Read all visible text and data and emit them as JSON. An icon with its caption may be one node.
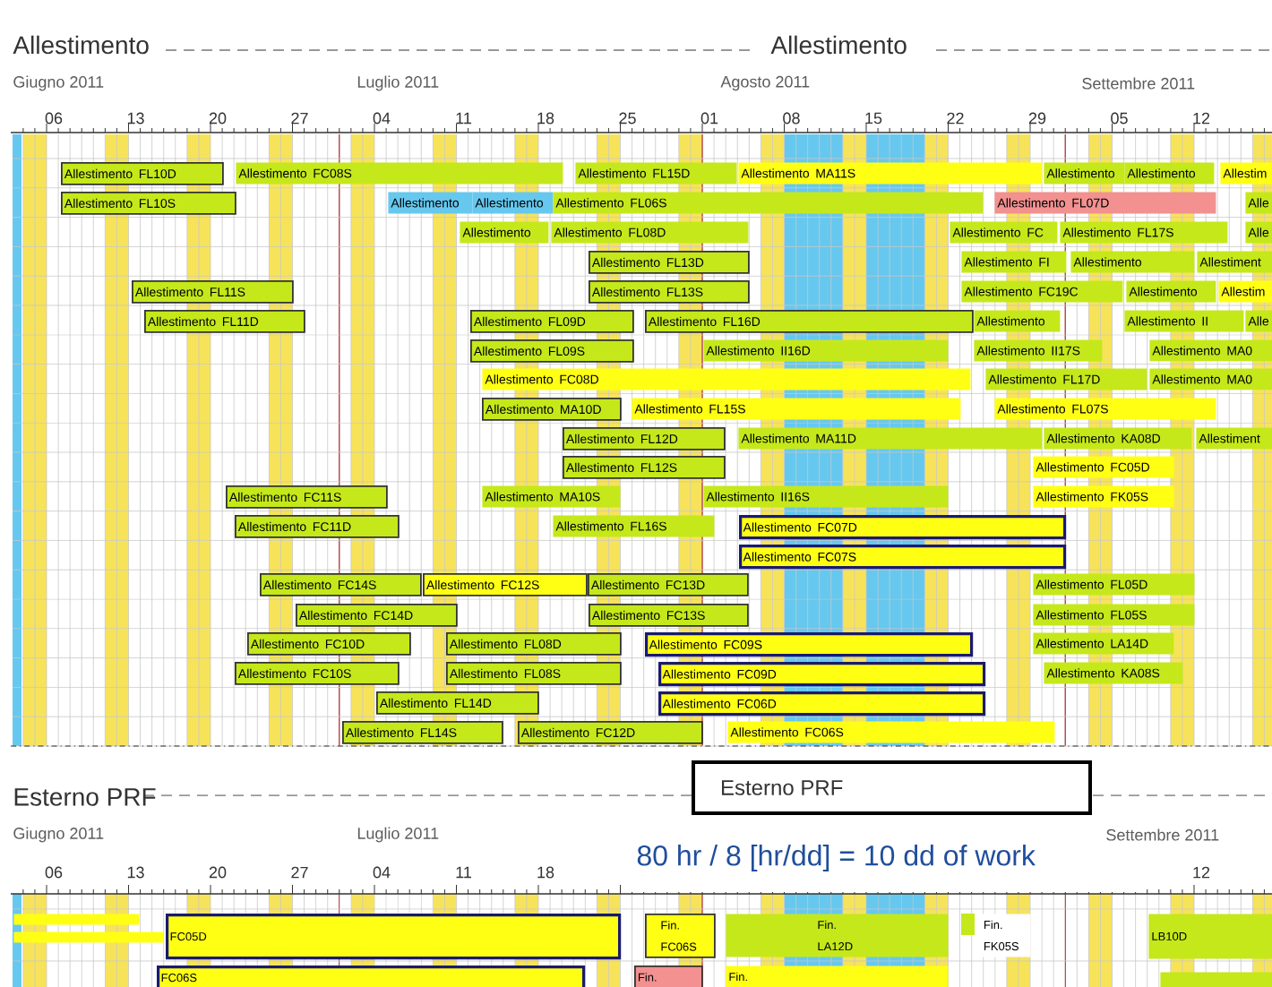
{
  "diagram": {
    "nodes": [
      {
        "text": [
          "Allestimento FL10D"
        ]
      },
      {
        "text": [
          "Allestimento FC08S"
        ]
      },
      {
        "text": [
          "Allestimento FL15D"
        ]
      },
      {
        "text": [
          "Allestimento MA11S"
        ]
      },
      {
        "text": [
          "Allestimento"
        ]
      },
      {
        "text": [
          "Allestimento"
        ]
      },
      {
        "text": [
          "Allestim"
        ]
      },
      {
        "text": [
          "Allestimento FL10S"
        ]
      },
      {
        "text": [
          "Allestimento"
        ]
      },
      {
        "text": [
          "Allestimento"
        ]
      },
      {
        "text": [
          "Allestimento FL06S"
        ]
      },
      {
        "text": [
          "Allestimento FL07D"
        ]
      },
      {
        "text": [
          "Alle"
        ]
      },
      {
        "text": [
          "Allestimento"
        ]
      },
      {
        "text": [
          "Allestimento FL08D"
        ]
      },
      {
        "text": [
          "Allestimento FC"
        ]
      },
      {
        "text": [
          "Allestimento FL17S"
        ]
      },
      {
        "text": [
          "Alle"
        ]
      },
      {
        "text": [
          "Allestimento FL13D"
        ]
      },
      {
        "text": [
          "Allestimento FI"
        ]
      },
      {
        "text": [
          "Allestimento"
        ]
      },
      {
        "text": [
          "Allestiment"
        ]
      },
      {
        "text": [
          "Allestimento FL11S"
        ]
      },
      {
        "text": [
          "Allestimento FL13S"
        ]
      },
      {
        "text": [
          "Allestimento FC19C"
        ]
      },
      {
        "text": [
          "Allestimento"
        ]
      },
      {
        "text": [
          "Allestim"
        ]
      },
      {
        "text": [
          "Allestimento FL11D"
        ]
      },
      {
        "text": [
          "Allestimento FL09D"
        ]
      },
      {
        "text": [
          "Allestimento FL16D"
        ]
      },
      {
        "text": [
          "Allestimento"
        ]
      },
      {
        "text": [
          "Allestimento II"
        ]
      },
      {
        "text": [
          "Alle"
        ]
      },
      {
        "text": [
          "Allestimento FL09S"
        ]
      },
      {
        "text": [
          "Allestimento II16D"
        ]
      },
      {
        "text": [
          "Allestimento II17S"
        ]
      },
      {
        "text": [
          "Allestimento MA0"
        ]
      },
      {
        "text": [
          "Allestimento FC08D"
        ]
      },
      {
        "text": [
          "Allestimento FL17D"
        ]
      },
      {
        "text": [
          "Allestimento MA0"
        ]
      },
      {
        "text": [
          "Allestimento MA10D"
        ]
      },
      {
        "text": [
          "Allestimento FL15S"
        ]
      },
      {
        "text": [
          "Allestimento FL07S"
        ]
      },
      {
        "text": [
          "Allestimento FL12D"
        ]
      },
      {
        "text": [
          "Allestimento MA11D"
        ]
      },
      {
        "text": [
          "Allestimento KA08D"
        ]
      },
      {
        "text": [
          "Allestiment"
        ]
      },
      {
        "text": [
          "Allestimento FL12S"
        ]
      },
      {
        "text": [
          "Allestimento FC05D"
        ]
      },
      {
        "text": [
          "Allestimento FC11S"
        ]
      },
      {
        "text": [
          "Allestimento MA10S"
        ]
      },
      {
        "text": [
          "Allestimento II16S"
        ]
      },
      {
        "text": [
          "Allestimento FK05S"
        ]
      },
      {
        "text": [
          "Allestimento FC11D"
        ]
      },
      {
        "text": [
          "Allestimento FL16S"
        ]
      },
      {
        "text": [
          "Allestimento FC07D"
        ]
      },
      {
        "text": [
          "Allestimento FC07S"
        ]
      },
      {
        "text": [
          "Allestimento FC14S"
        ]
      },
      {
        "text": [
          "Allestimento FC12S"
        ]
      },
      {
        "text": [
          "Allestimento FC13D"
        ]
      },
      {
        "text": [
          "Allestimento FL05D"
        ]
      },
      {
        "text": [
          "Allestimento FC14D"
        ]
      },
      {
        "text": [
          "Allestimento FC13S"
        ]
      },
      {
        "text": [
          "Allestimento FL05S"
        ]
      },
      {
        "text": [
          "Allestimento FC10D"
        ]
      },
      {
        "text": [
          "Allestimento FL08D"
        ]
      },
      {
        "text": [
          "Allestimento FC09S"
        ]
      },
      {
        "text": [
          "Allestimento LA14D"
        ]
      },
      {
        "text": [
          "Allestimento FC10S"
        ]
      },
      {
        "text": [
          "Allestimento FL08S"
        ]
      },
      {
        "text": [
          "Allestimento FC09D"
        ]
      },
      {
        "text": [
          "Allestimento KA08S"
        ]
      },
      {
        "text": [
          "Allestimento FL14D"
        ]
      },
      {
        "text": [
          "Allestimento FC06D"
        ]
      },
      {
        "text": [
          "Allestimento FL14S"
        ]
      },
      {
        "text": [
          "Allestimento FC12D"
        ]
      },
      {
        "text": [
          "Allestimento FC06S"
        ]
      },
      {
        "text": [
          "Esterno PRF"
        ]
      },
      {
        "text": [],
        "shape": "bar"
      },
      {
        "text": [],
        "shape": "bar"
      },
      {
        "text": [
          "FC05D"
        ]
      },
      {
        "text": [
          "Fin. FC06S"
        ]
      },
      {
        "text": [
          "Fin. LA12D"
        ]
      },
      {
        "text": [
          "Fin. FK05S"
        ]
      },
      {
        "text": [
          "LB10D"
        ]
      },
      {
        "text": [
          "FC06S"
        ]
      },
      {
        "text": [
          "Fin."
        ]
      },
      {
        "text": [
          "Fin."
        ]
      },
      {
        "text": [],
        "shape": "bar"
      }
    ],
    "labels": [
      "Allestimento",
      "Allestimento",
      "Giugno 2011",
      "Luglio 2011",
      "Agosto 2011",
      "Settembre 2011",
      "06",
      "13",
      "20",
      "27",
      "04",
      "11",
      "18",
      "25",
      "01",
      "08",
      "15",
      "22",
      "29",
      "05",
      "12",
      "Esterno PRF",
      "Giugno 2011",
      "Luglio 2011",
      "80 hr / 8 [hr/dd] = 10 dd of work",
      "Settembre 2011",
      "06",
      "13",
      "20",
      "27",
      "04",
      "11",
      "18",
      "12"
    ]
  }
}
